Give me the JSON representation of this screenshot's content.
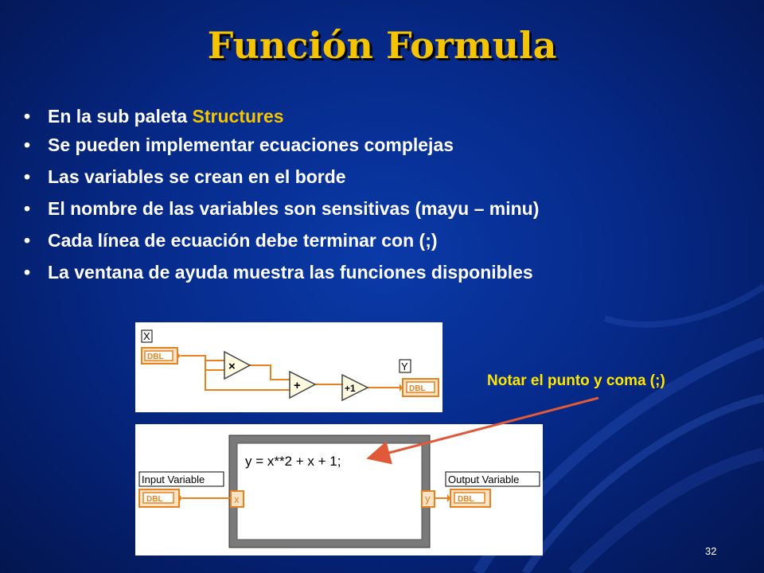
{
  "slide": {
    "title": "Función Formula",
    "page_number": "32"
  },
  "bullets": [
    {
      "text": "En la sub paleta ",
      "highlight": "Structures"
    },
    {
      "text": "Se pueden implementar ecuaciones complejas"
    },
    {
      "text": "Las variables se crean en el borde"
    },
    {
      "text": "El nombre de las variables son sensitivas (mayu – minu)"
    },
    {
      "text": "Cada línea de ecuación debe terminar con (;)"
    },
    {
      "text": "La ventana de ayuda muestra las funciones disponibles"
    }
  ],
  "note": {
    "text": "Notar  el punto y coma (;)"
  },
  "diagram_top": {
    "input_label": "X",
    "output_label": "Y",
    "terminal_type": "DBL",
    "multiply_symbol": "×",
    "add_symbol": "+",
    "increment_symbol": "+1"
  },
  "diagram_bottom": {
    "formula": "y = x**2 + x + 1;",
    "input_label": "Input Variable",
    "output_label": "Output Variable",
    "terminal_type": "DBL",
    "input_var": "x",
    "output_var": "y"
  },
  "colors": {
    "title": "#f5c400",
    "highlight": "#f5c400",
    "note": "#ffe600",
    "arrow": "#e05a3a",
    "wire": "#e8821e"
  }
}
